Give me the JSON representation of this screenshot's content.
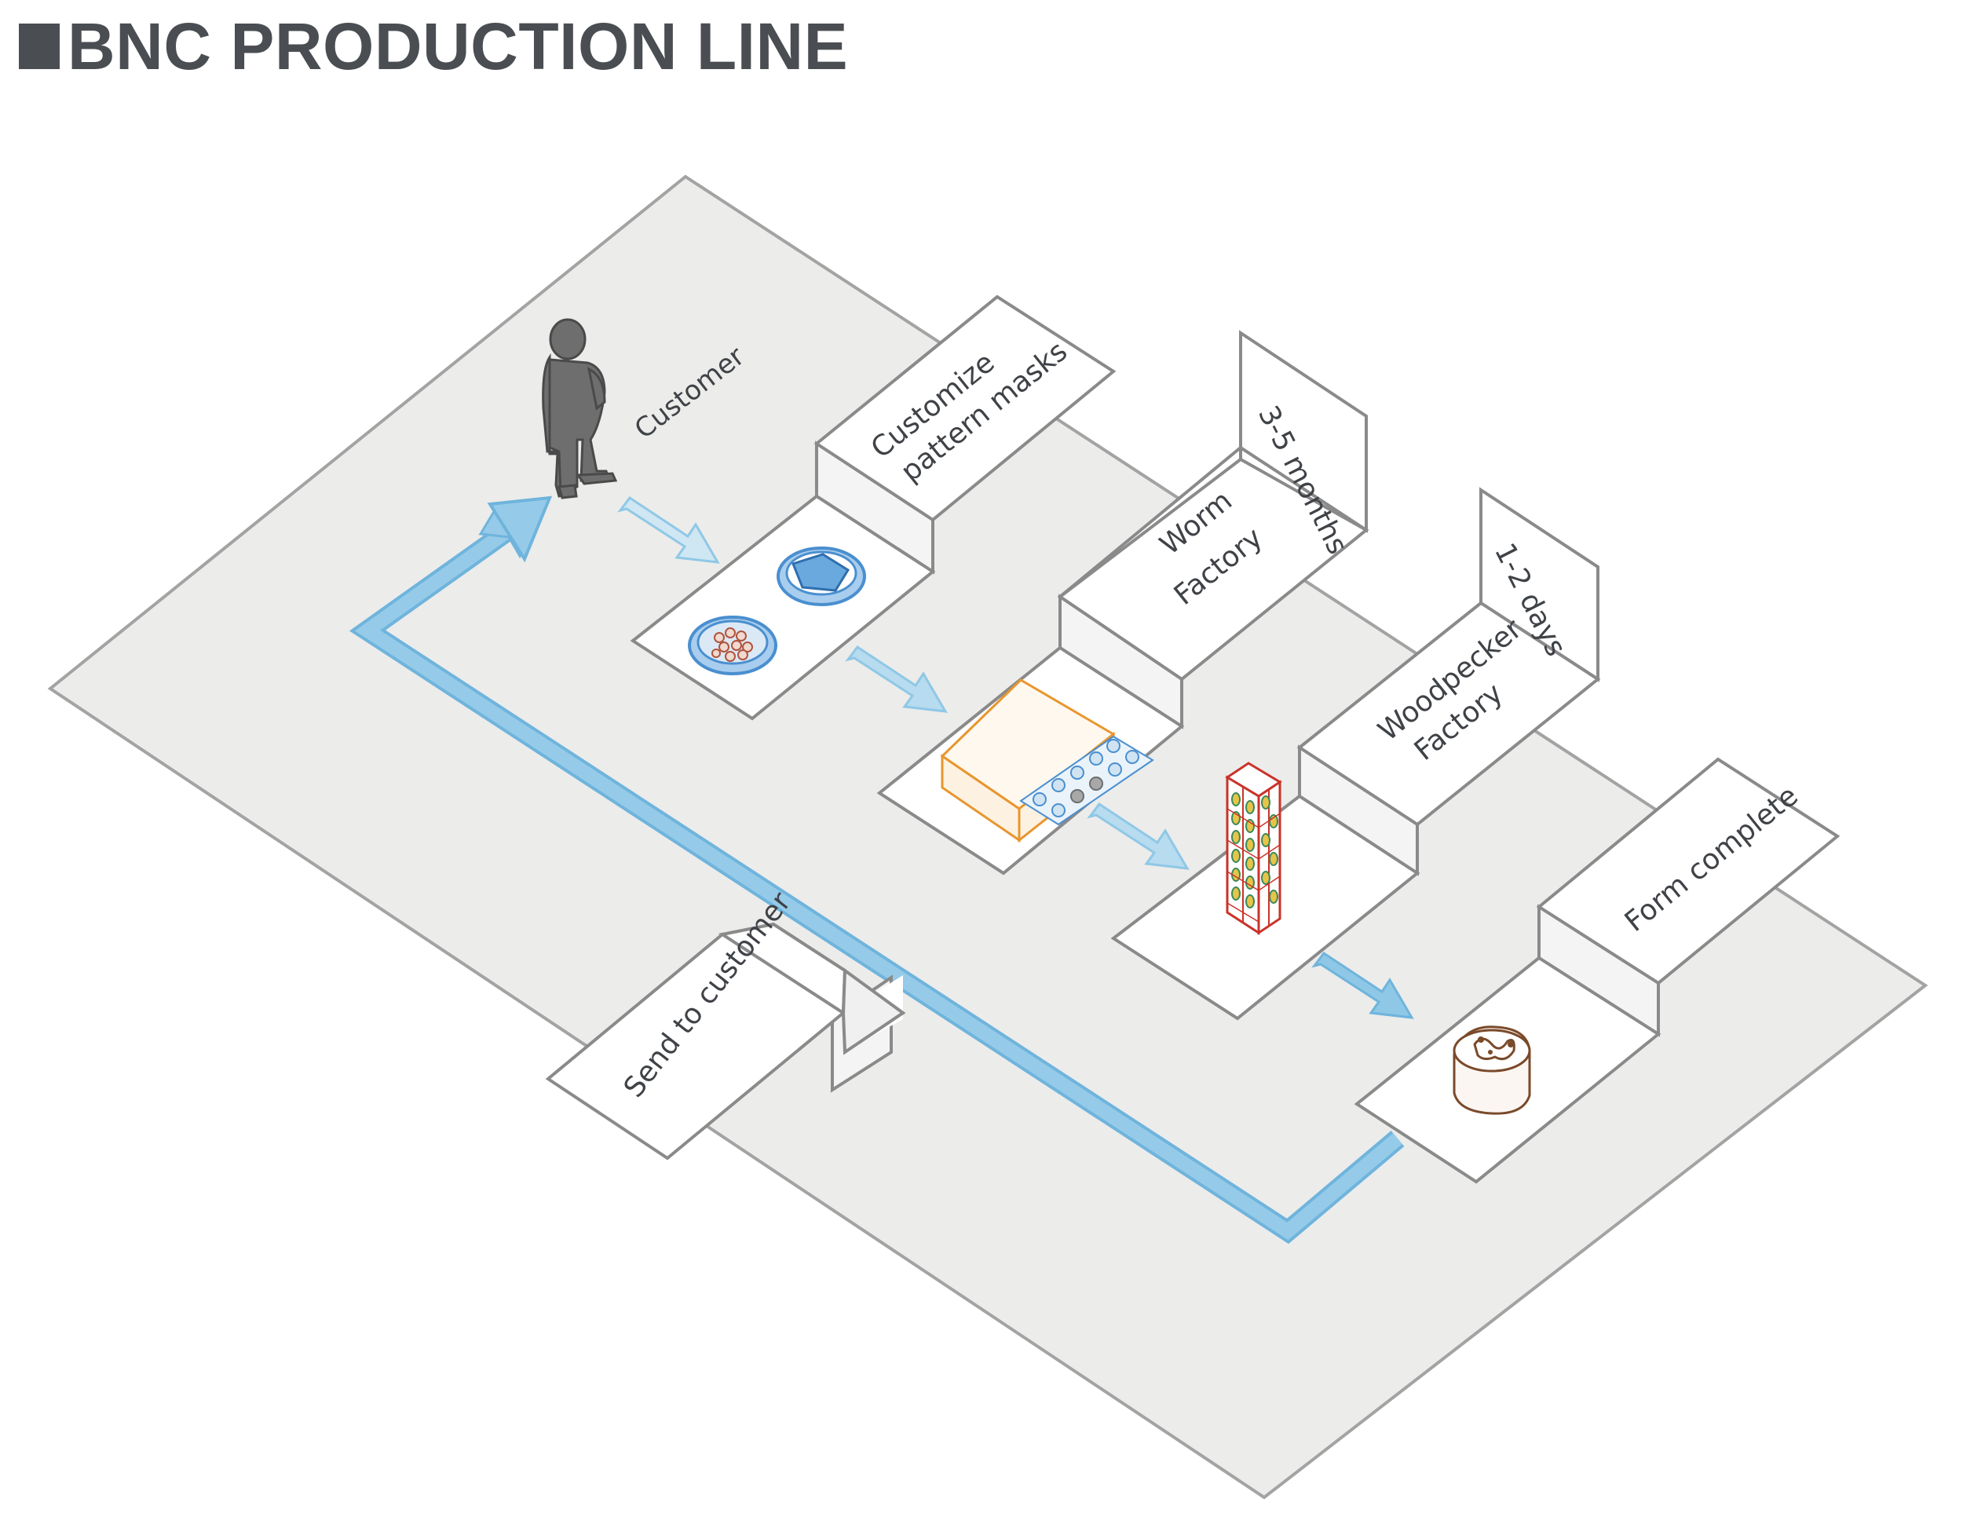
{
  "title": "BNC PRODUCTION LINE",
  "colors": {
    "platform": "#ececeb",
    "platform_stroke": "#9c9c9c",
    "card": "#ffffff",
    "card_stroke": "#7f7f7f",
    "flow_arrow": "#8fc8e6",
    "flow_arrow_light": "#cfe6f3",
    "figure": "#6e6e6e",
    "dish": "#4a8fcf",
    "orange": "#e8962e",
    "red": "#c9332a",
    "brown": "#7a4a2a"
  },
  "labels": {
    "customer": "Customer",
    "customize_line1": "Customize",
    "customize_line2": "pattern masks",
    "duration_worm": "3-5 months",
    "worm_line1": "Worm",
    "worm_line2": "Factory",
    "duration_woodpecker": "1-2 days",
    "woodpecker_line1": "Woodpecker",
    "woodpecker_line2": "Factory",
    "form_complete": "Form complete",
    "send_to_customer": "Send to customer"
  },
  "icons": {
    "customer": "person-figure-icon",
    "dishes": "petri-dish-icon",
    "worm_box": "worm-box-icon",
    "tower": "woodpecker-tower-icon",
    "form": "form-object-icon"
  }
}
